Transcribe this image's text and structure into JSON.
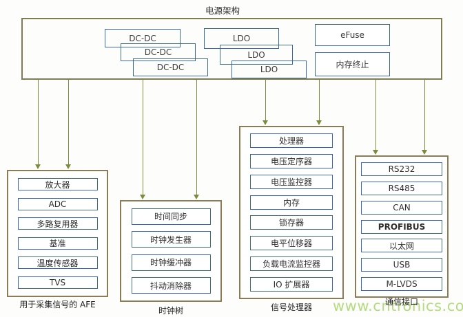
{
  "title": "电源架构",
  "watermark": "www.cntronics.com",
  "colors": {
    "block_border_blue": "#3a689c",
    "group_border_tan": "#8c7b55",
    "power_border_olive": "#7e7b55",
    "arrow_green": "#7b8c3d",
    "watermark_green": "#8fc73f"
  },
  "power": {
    "dcdc": [
      "DC-DC",
      "DC-DC",
      "DC-DC"
    ],
    "ldo": [
      "LDO",
      "LDO",
      "LDO"
    ],
    "efuse": "eFuse",
    "memory_termination": "内存终止"
  },
  "groups": [
    {
      "label": "用于采集信号的 AFE",
      "items": [
        "放大器",
        "ADC",
        "多路复用器",
        "基准",
        "温度传感器",
        "TVS"
      ]
    },
    {
      "label": "时钟树",
      "items": [
        "时间同步",
        "时钟发生器",
        "时钟缓冲器",
        "抖动消除器"
      ]
    },
    {
      "label": "信号处理器",
      "items": [
        "处理器",
        "电压定序器",
        "电压监控器",
        "内存",
        "锁存器",
        "电平位移器",
        "负载电流监控器",
        "IO 扩展器"
      ]
    },
    {
      "label": "通信接口",
      "items": [
        "RS232",
        "RS485",
        "CAN",
        "PROFIBUS",
        "以太网",
        "USB",
        "M-LVDS"
      ]
    }
  ]
}
